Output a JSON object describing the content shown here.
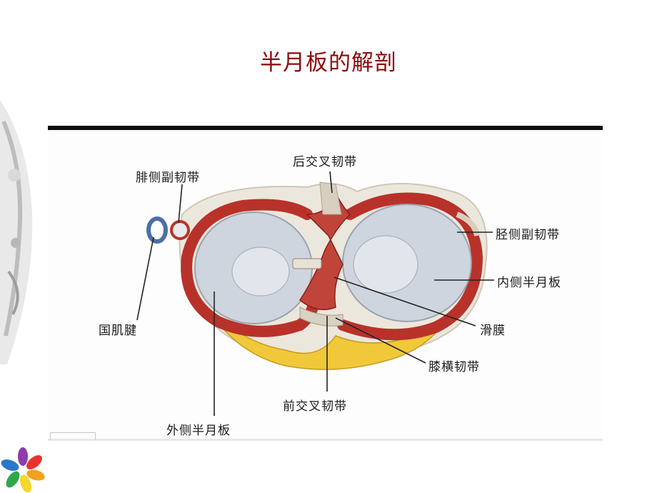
{
  "title": "半月板的解剖",
  "labels": {
    "popliteal_tendon": "国肌腱",
    "fibular_collateral": "腓侧副韧带",
    "posterior_cruciate": "后交叉韧带",
    "tibial_collateral": "胫侧副韧带",
    "medial_meniscus": "内侧半月板",
    "synovium": "滑膜",
    "transverse_ligament": "膝横韧带",
    "anterior_cruciate": "前交叉韧带",
    "lateral_meniscus": "外侧半月板"
  }
}
